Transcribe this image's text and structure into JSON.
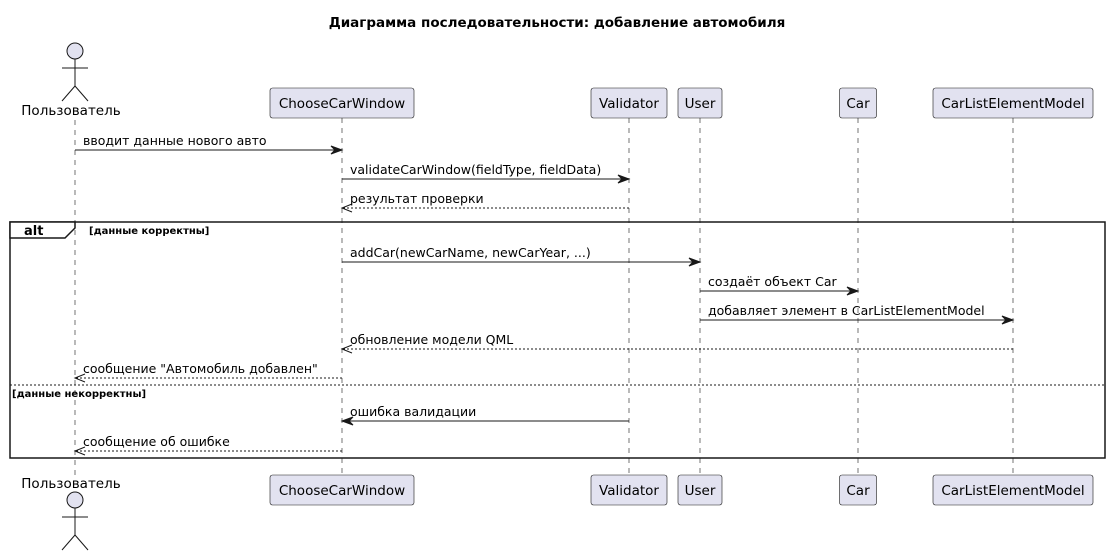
{
  "title": "Диаграмма последовательности: добавление автомобиля",
  "participants": [
    {
      "id": "user",
      "label": "Пользователь",
      "kind": "actor"
    },
    {
      "id": "ccw",
      "label": "ChooseCarWindow",
      "kind": "box"
    },
    {
      "id": "val",
      "label": "Validator",
      "kind": "box"
    },
    {
      "id": "usr",
      "label": "User",
      "kind": "box"
    },
    {
      "id": "car",
      "label": "Car",
      "kind": "box"
    },
    {
      "id": "clem",
      "label": "CarListElementModel",
      "kind": "box"
    }
  ],
  "messages": [
    {
      "from": "user",
      "to": "ccw",
      "label": "вводит данные нового авто",
      "style": "solid"
    },
    {
      "from": "ccw",
      "to": "val",
      "label": "validateCarWindow(fieldType, fieldData)",
      "style": "solid"
    },
    {
      "from": "val",
      "to": "ccw",
      "label": "результат проверки",
      "style": "dashed"
    },
    {
      "from": "ccw",
      "to": "usr",
      "label": "addCar(newCarName, newCarYear, ...)",
      "style": "solid"
    },
    {
      "from": "usr",
      "to": "car",
      "label": "создаёт объект Car",
      "style": "solid"
    },
    {
      "from": "usr",
      "to": "clem",
      "label": "добавляет элемент в CarListElementModel",
      "style": "solid"
    },
    {
      "from": "clem",
      "to": "ccw",
      "label": "обновление модели QML",
      "style": "dashed"
    },
    {
      "from": "ccw",
      "to": "user",
      "label": "сообщение \"Автомобиль добавлен\"",
      "style": "dashed"
    },
    {
      "from": "val",
      "to": "ccw",
      "label": "ошибка валидации",
      "style": "solid"
    },
    {
      "from": "ccw",
      "to": "user",
      "label": "сообщение об ошибке",
      "style": "dashed"
    }
  ],
  "fragment": {
    "type": "alt",
    "guards": [
      "[данные корректны]",
      "[данные некорректны]"
    ]
  },
  "colors": {
    "participant_fill": "#e2e2f0",
    "participant_stroke": "#181818",
    "lifeline": "#181818",
    "text": "#000000"
  }
}
